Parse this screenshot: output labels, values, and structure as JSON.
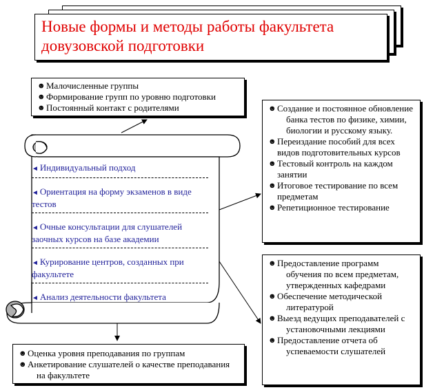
{
  "title": "Новые формы и методы работы факультета довузовской подготовки",
  "bullet_glyph": "☻",
  "box_top": {
    "items": [
      "Малочисленные группы",
      "Формирование групп по уровню подготовки",
      "Постоянный контакт с родителями"
    ]
  },
  "scroll": {
    "marker": "◄",
    "items": [
      "Индивидуальный подход",
      "Ориентация на форму    экзаменов в виде тестов",
      "Очные консультации для слушателей заочных курсов на базе академии",
      "Курирование центров, созданных при факультете",
      "Анализ деятельности факультета"
    ]
  },
  "box_tests": {
    "items": [
      "Создание и постоянное обновление банка тестов по физике, химии, биологии и русскому языку.",
      "Переиздание пособий для всех видов подготовительных курсов",
      "Тестовый контроль на каждом занятии",
      "Итоговое тестирование по всем предметам",
      "Репетиционное тестирование"
    ]
  },
  "box_programs": {
    "items": [
      "Предоставление программ обучения по всем предметам, утвержденных кафедрами",
      "Обеспечение методической литературой",
      "Выезд ведущих преподавателей с установочными лекциями",
      "Предоставление отчета об успеваемости слушателей"
    ]
  },
  "box_bottom": {
    "items": [
      "Оценка уровня преподавания по группам",
      "Анкетирование слушателей о качестве преподавания на факультете"
    ]
  }
}
